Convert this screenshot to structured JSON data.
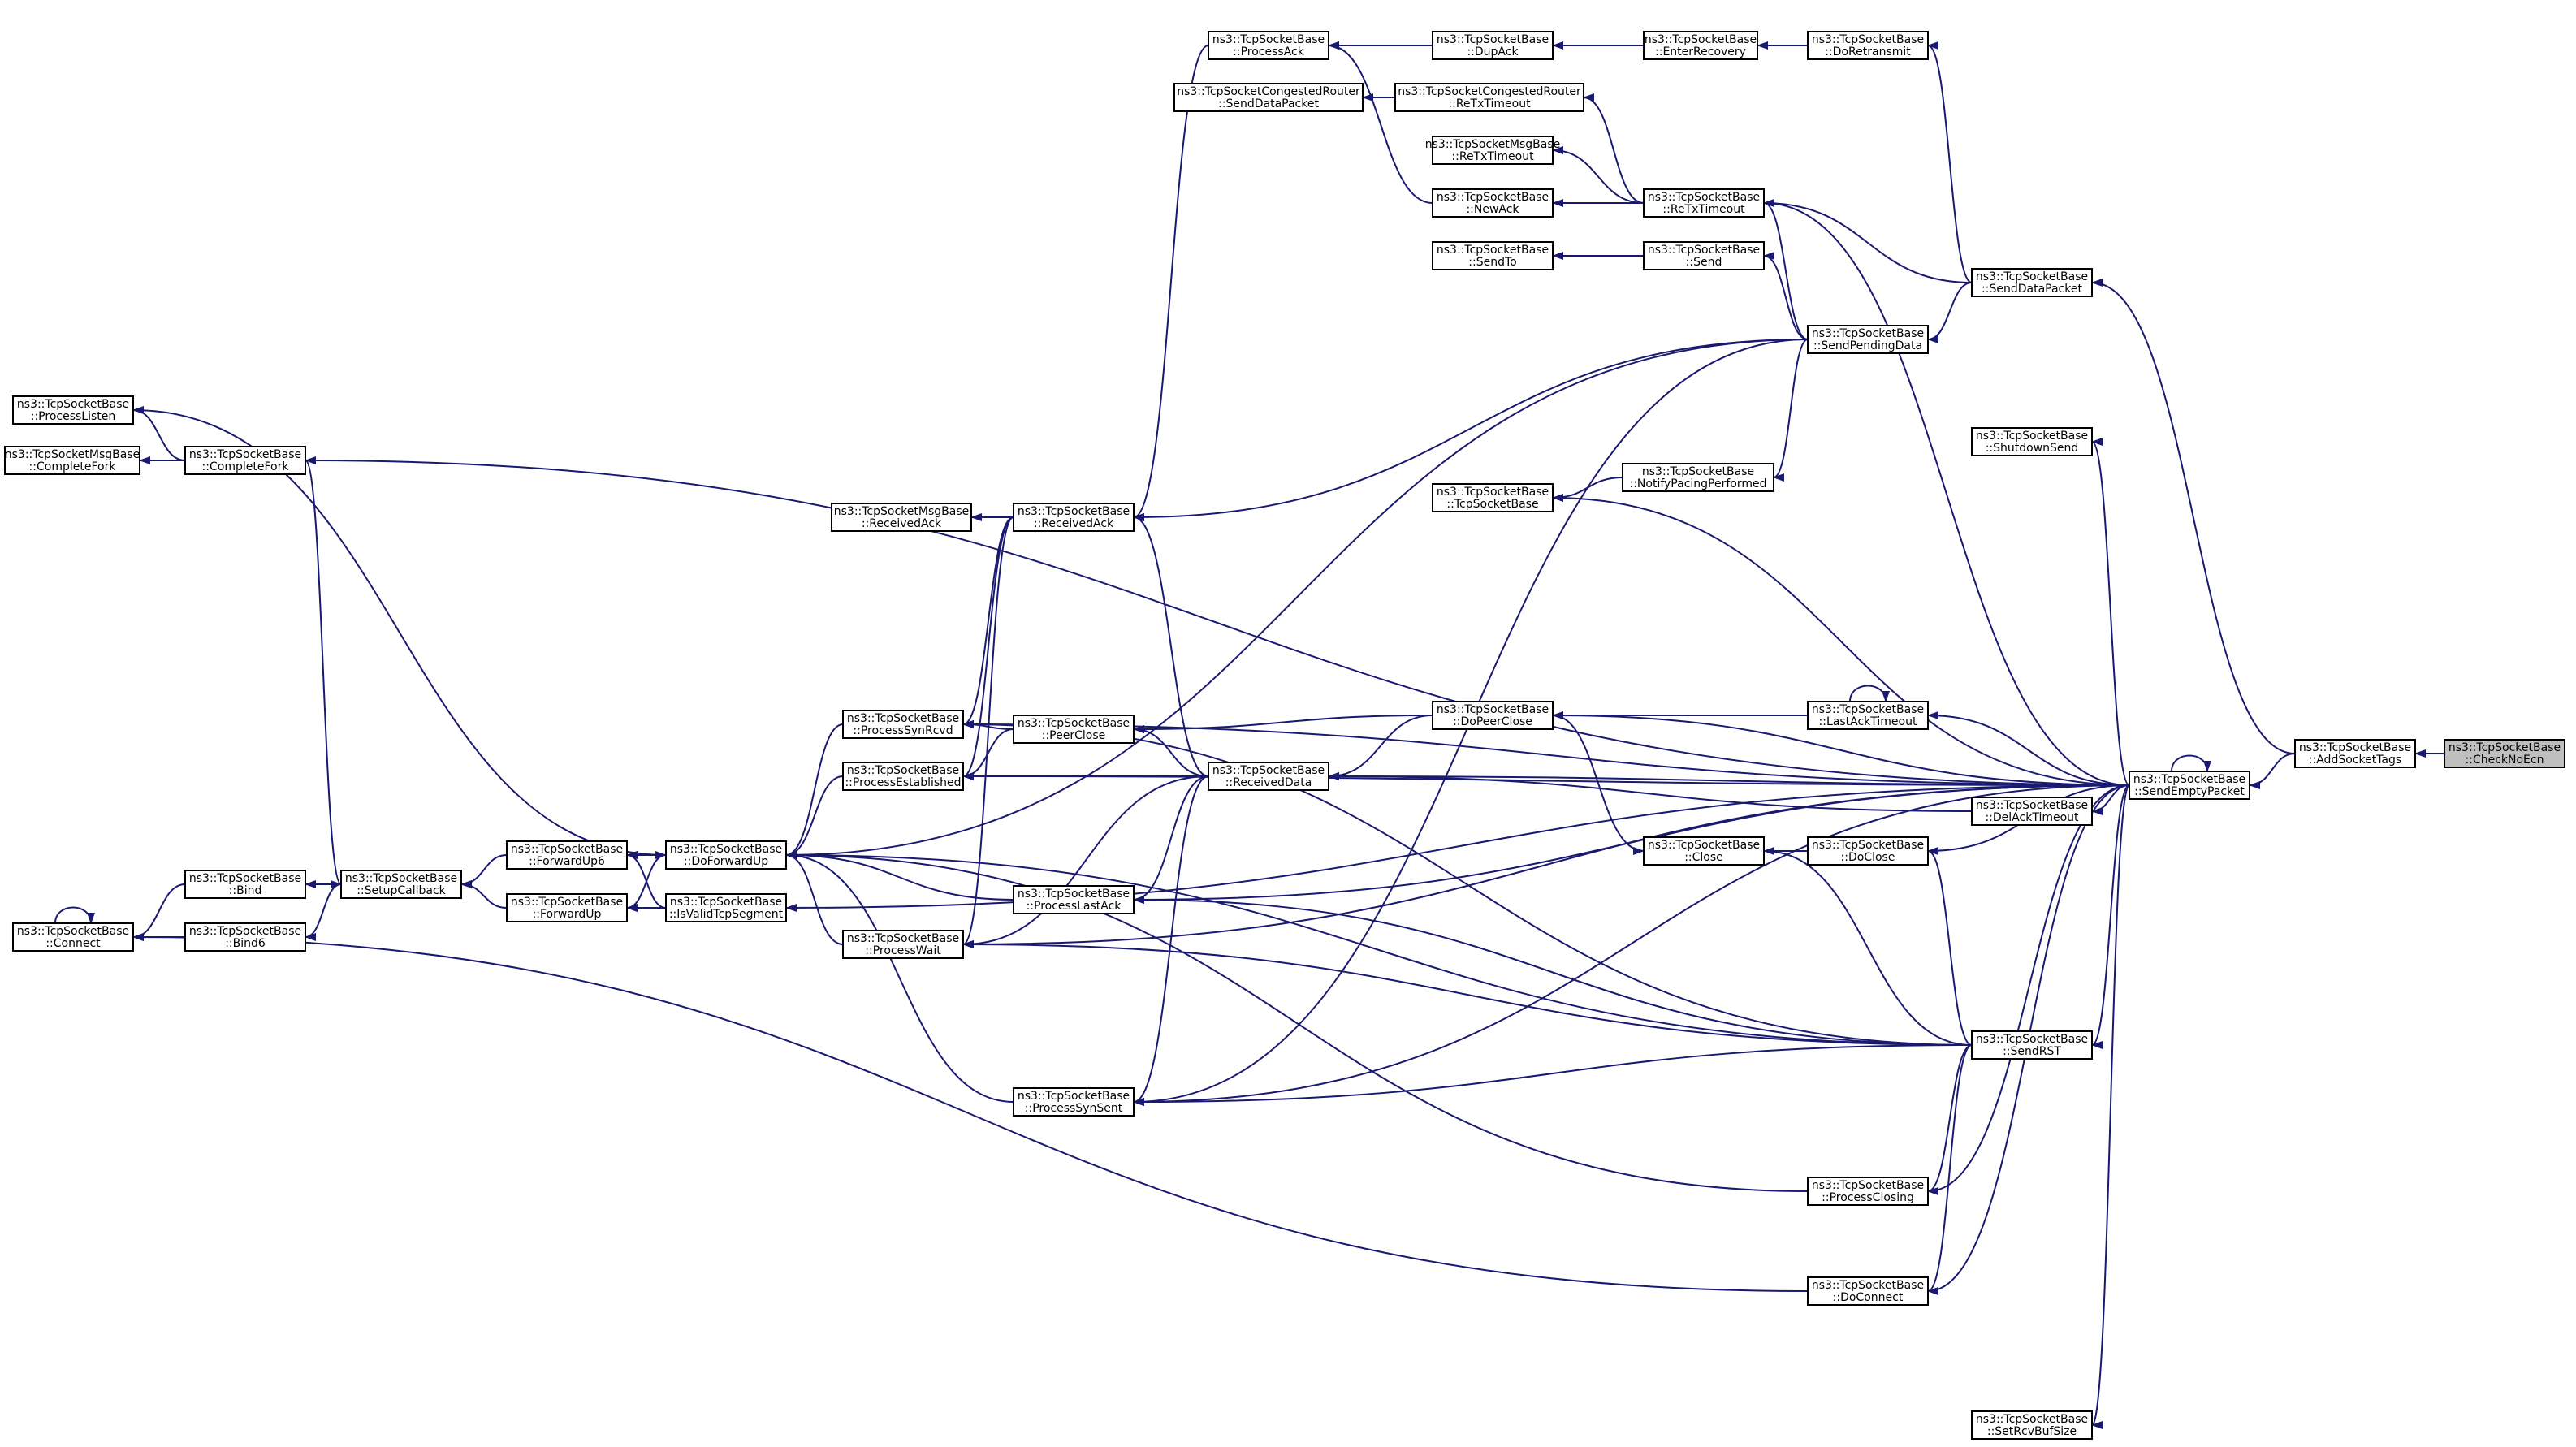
{
  "nodes": [
    {
      "id": "CheckNoEcn",
      "lines": [
        "ns3::TcpSocketBase",
        "::CheckNoEcn"
      ],
      "highlight": true
    },
    {
      "id": "AddSocketTags",
      "lines": [
        "ns3::TcpSocketBase",
        "::AddSocketTags"
      ]
    },
    {
      "id": "SendEmptyPacket",
      "lines": [
        "ns3::TcpSocketBase",
        "::SendEmptyPacket"
      ]
    },
    {
      "id": "SendDataPacket",
      "lines": [
        "ns3::TcpSocketBase",
        "::SendDataPacket"
      ]
    },
    {
      "id": "DoRetransmit",
      "lines": [
        "ns3::TcpSocketBase",
        "::DoRetransmit"
      ]
    },
    {
      "id": "EnterRecovery",
      "lines": [
        "ns3::TcpSocketBase",
        "::EnterRecovery"
      ]
    },
    {
      "id": "DupAck",
      "lines": [
        "ns3::TcpSocketBase",
        "::DupAck"
      ]
    },
    {
      "id": "ProcessAck",
      "lines": [
        "ns3::TcpSocketBase",
        "::ProcessAck"
      ]
    },
    {
      "id": "CRSendDataPacket",
      "lines": [
        "ns3::TcpSocketCongestedRouter",
        "::SendDataPacket"
      ]
    },
    {
      "id": "CRReTxTimeout",
      "lines": [
        "ns3::TcpSocketCongestedRouter",
        "::ReTxTimeout"
      ]
    },
    {
      "id": "MsgReTxTimeout",
      "lines": [
        "ns3::TcpSocketMsgBase",
        "::ReTxTimeout"
      ]
    },
    {
      "id": "NewAck",
      "lines": [
        "ns3::TcpSocketBase",
        "::NewAck"
      ]
    },
    {
      "id": "ReTxTimeout",
      "lines": [
        "ns3::TcpSocketBase",
        "::ReTxTimeout"
      ]
    },
    {
      "id": "SendTo",
      "lines": [
        "ns3::TcpSocketBase",
        "::SendTo"
      ]
    },
    {
      "id": "Send",
      "lines": [
        "ns3::TcpSocketBase",
        "::Send"
      ]
    },
    {
      "id": "SendPendingData",
      "lines": [
        "ns3::TcpSocketBase",
        "::SendPendingData"
      ]
    },
    {
      "id": "ProcessListen",
      "lines": [
        "ns3::TcpSocketBase",
        "::ProcessListen"
      ]
    },
    {
      "id": "MsgCompleteFork",
      "lines": [
        "ns3::TcpSocketMsgBase",
        "::CompleteFork"
      ]
    },
    {
      "id": "CompleteFork",
      "lines": [
        "ns3::TcpSocketBase",
        "::CompleteFork"
      ]
    },
    {
      "id": "ShutdownSend",
      "lines": [
        "ns3::TcpSocketBase",
        "::ShutdownSend"
      ]
    },
    {
      "id": "NotifyPacingPerformed",
      "lines": [
        "ns3::TcpSocketBase",
        "::NotifyPacingPerformed"
      ]
    },
    {
      "id": "TcpSocketBaseCtor",
      "lines": [
        "ns3::TcpSocketBase",
        "::TcpSocketBase"
      ]
    },
    {
      "id": "MsgReceivedAck",
      "lines": [
        "ns3::TcpSocketMsgBase",
        "::ReceivedAck"
      ]
    },
    {
      "id": "ReceivedAck",
      "lines": [
        "ns3::TcpSocketBase",
        "::ReceivedAck"
      ]
    },
    {
      "id": "ProcessSynRcvd",
      "lines": [
        "ns3::TcpSocketBase",
        "::ProcessSynRcvd"
      ]
    },
    {
      "id": "PeerClose",
      "lines": [
        "ns3::TcpSocketBase",
        "::PeerClose"
      ]
    },
    {
      "id": "DoPeerClose",
      "lines": [
        "ns3::TcpSocketBase",
        "::DoPeerClose"
      ]
    },
    {
      "id": "LastAckTimeout",
      "lines": [
        "ns3::TcpSocketBase",
        "::LastAckTimeout"
      ]
    },
    {
      "id": "ProcessEstablished",
      "lines": [
        "ns3::TcpSocketBase",
        "::ProcessEstablished"
      ]
    },
    {
      "id": "ReceivedData",
      "lines": [
        "ns3::TcpSocketBase",
        "::ReceivedData"
      ]
    },
    {
      "id": "DelAckTimeout",
      "lines": [
        "ns3::TcpSocketBase",
        "::DelAckTimeout"
      ]
    },
    {
      "id": "Bind",
      "lines": [
        "ns3::TcpSocketBase",
        "::Bind"
      ]
    },
    {
      "id": "SetupCallback",
      "lines": [
        "ns3::TcpSocketBase",
        "::SetupCallback"
      ]
    },
    {
      "id": "ForwardUp6",
      "lines": [
        "ns3::TcpSocketBase",
        "::ForwardUp6"
      ]
    },
    {
      "id": "DoForwardUp",
      "lines": [
        "ns3::TcpSocketBase",
        "::DoForwardUp"
      ]
    },
    {
      "id": "Close",
      "lines": [
        "ns3::TcpSocketBase",
        "::Close"
      ]
    },
    {
      "id": "DoClose",
      "lines": [
        "ns3::TcpSocketBase",
        "::DoClose"
      ]
    },
    {
      "id": "ProcessLastAck",
      "lines": [
        "ns3::TcpSocketBase",
        "::ProcessLastAck"
      ]
    },
    {
      "id": "Connect",
      "lines": [
        "ns3::TcpSocketBase",
        "::Connect"
      ]
    },
    {
      "id": "Bind6",
      "lines": [
        "ns3::TcpSocketBase",
        "::Bind6"
      ]
    },
    {
      "id": "ForwardUp",
      "lines": [
        "ns3::TcpSocketBase",
        "::ForwardUp"
      ]
    },
    {
      "id": "IsValidTcpSegment",
      "lines": [
        "ns3::TcpSocketBase",
        "::IsValidTcpSegment"
      ]
    },
    {
      "id": "ProcessWait",
      "lines": [
        "ns3::TcpSocketBase",
        "::ProcessWait"
      ]
    },
    {
      "id": "SendRST",
      "lines": [
        "ns3::TcpSocketBase",
        "::SendRST"
      ]
    },
    {
      "id": "ProcessSynSent",
      "lines": [
        "ns3::TcpSocketBase",
        "::ProcessSynSent"
      ]
    },
    {
      "id": "ProcessClosing",
      "lines": [
        "ns3::TcpSocketBase",
        "::ProcessClosing"
      ]
    },
    {
      "id": "DoConnect",
      "lines": [
        "ns3::TcpSocketBase",
        "::DoConnect"
      ]
    },
    {
      "id": "SetRcvBufSize",
      "lines": [
        "ns3::TcpSocketBase",
        "::SetRcvBufSize"
      ]
    }
  ],
  "edges": [
    {
      "from": "CheckNoEcn",
      "to": "AddSocketTags"
    },
    {
      "from": "AddSocketTags",
      "to": "SendEmptyPacket"
    },
    {
      "from": "AddSocketTags",
      "to": "SendDataPacket"
    },
    {
      "from": "SendEmptyPacket",
      "to": "SendEmptyPacket"
    },
    {
      "from": "SendDataPacket",
      "to": "DoRetransmit"
    },
    {
      "from": "SendDataPacket",
      "to": "SendPendingData"
    },
    {
      "from": "SendDataPacket",
      "to": "ReTxTimeout"
    },
    {
      "from": "DoRetransmit",
      "to": "EnterRecovery"
    },
    {
      "from": "DoRetransmit",
      "to": "ProcessAck"
    },
    {
      "from": "EnterRecovery",
      "to": "DupAck"
    },
    {
      "from": "DupAck",
      "to": "ProcessAck"
    },
    {
      "from": "ProcessAck",
      "to": "ReceivedAck"
    },
    {
      "from": "ReTxTimeout",
      "to": "CRReTxTimeout"
    },
    {
      "from": "ReTxTimeout",
      "to": "MsgReTxTimeout"
    },
    {
      "from": "ReTxTimeout",
      "to": "NewAck"
    },
    {
      "from": "CRReTxTimeout",
      "to": "CRSendDataPacket"
    },
    {
      "from": "NewAck",
      "to": "ProcessAck"
    },
    {
      "from": "SendPendingData",
      "to": "Send"
    },
    {
      "from": "SendPendingData",
      "to": "ReTxTimeout"
    },
    {
      "from": "SendPendingData",
      "to": "NotifyPacingPerformed"
    },
    {
      "from": "SendPendingData",
      "to": "ReceivedAck"
    },
    {
      "from": "SendPendingData",
      "to": "DoForwardUp"
    },
    {
      "from": "SendPendingData",
      "to": "ProcessSynSent"
    },
    {
      "from": "Send",
      "to": "SendTo"
    },
    {
      "from": "NotifyPacingPerformed",
      "to": "TcpSocketBaseCtor"
    },
    {
      "from": "SendEmptyPacket",
      "to": "ShutdownSend"
    },
    {
      "from": "SendEmptyPacket",
      "to": "TcpSocketBaseCtor"
    },
    {
      "from": "SendEmptyPacket",
      "to": "CompleteFork"
    },
    {
      "from": "SendEmptyPacket",
      "to": "ReTxTimeout"
    },
    {
      "from": "SendEmptyPacket",
      "to": "LastAckTimeout"
    },
    {
      "from": "SendEmptyPacket",
      "to": "DoPeerClose"
    },
    {
      "from": "SendEmptyPacket",
      "to": "DelAckTimeout"
    },
    {
      "from": "SendEmptyPacket",
      "to": "ReceivedData"
    },
    {
      "from": "SendEmptyPacket",
      "to": "DoClose"
    },
    {
      "from": "SendEmptyPacket",
      "to": "ProcessLastAck"
    },
    {
      "from": "SendEmptyPacket",
      "to": "SendRST"
    },
    {
      "from": "SendEmptyPacket",
      "to": "ProcessClosing"
    },
    {
      "from": "SendEmptyPacket",
      "to": "DoConnect"
    },
    {
      "from": "SendEmptyPacket",
      "to": "SetRcvBufSize"
    },
    {
      "from": "SendEmptyPacket",
      "to": "ProcessSynRcvd"
    },
    {
      "from": "SendEmptyPacket",
      "to": "ProcessEstablished"
    },
    {
      "from": "SendEmptyPacket",
      "to": "ProcessWait"
    },
    {
      "from": "SendEmptyPacket",
      "to": "ProcessSynSent"
    },
    {
      "from": "SendEmptyPacket",
      "to": "IsValidTcpSegment"
    },
    {
      "from": "CompleteFork",
      "to": "ProcessListen"
    },
    {
      "from": "CompleteFork",
      "to": "MsgCompleteFork"
    },
    {
      "from": "CompleteFork",
      "to": "SetupCallback"
    },
    {
      "from": "ProcessListen",
      "to": "DoForwardUp"
    },
    {
      "from": "ReceivedAck",
      "to": "MsgReceivedAck"
    },
    {
      "from": "ReceivedAck",
      "to": "ProcessSynRcvd"
    },
    {
      "from": "ReceivedAck",
      "to": "ProcessEstablished"
    },
    {
      "from": "ReceivedAck",
      "to": "ProcessWait"
    },
    {
      "from": "LastAckTimeout",
      "to": "LastAckTimeout"
    },
    {
      "from": "LastAckTimeout",
      "to": "DoPeerClose"
    },
    {
      "from": "DoPeerClose",
      "to": "PeerClose"
    },
    {
      "from": "DoPeerClose",
      "to": "ReceivedData"
    },
    {
      "from": "DoPeerClose",
      "to": "Close"
    },
    {
      "from": "PeerClose",
      "to": "ProcessSynRcvd"
    },
    {
      "from": "PeerClose",
      "to": "ProcessEstablished"
    },
    {
      "from": "ReceivedData",
      "to": "PeerClose"
    },
    {
      "from": "ReceivedData",
      "to": "ProcessEstablished"
    },
    {
      "from": "ReceivedData",
      "to": "ReceivedAck"
    },
    {
      "from": "ReceivedData",
      "to": "ProcessLastAck"
    },
    {
      "from": "ReceivedData",
      "to": "ProcessWait"
    },
    {
      "from": "ReceivedData",
      "to": "ProcessSynSent"
    },
    {
      "from": "DelAckTimeout",
      "to": "ReceivedData"
    },
    {
      "from": "DoClose",
      "to": "Close"
    },
    {
      "from": "SendRST",
      "to": "Close"
    },
    {
      "from": "SendRST",
      "to": "DoClose"
    },
    {
      "from": "SendRST",
      "to": "ProcessLastAck"
    },
    {
      "from": "SendRST",
      "to": "ProcessSynSent"
    },
    {
      "from": "SendRST",
      "to": "ProcessSynRcvd"
    },
    {
      "from": "SendRST",
      "to": "ProcessWait"
    },
    {
      "from": "SendRST",
      "to": "ProcessClosing"
    },
    {
      "from": "SendRST",
      "to": "DoConnect"
    },
    {
      "from": "SendRST",
      "to": "DoForwardUp"
    },
    {
      "from": "ProcessSynRcvd",
      "to": "DoForwardUp"
    },
    {
      "from": "ProcessEstablished",
      "to": "DoForwardUp"
    },
    {
      "from": "ProcessLastAck",
      "to": "DoForwardUp"
    },
    {
      "from": "ProcessWait",
      "to": "DoForwardUp"
    },
    {
      "from": "ProcessSynSent",
      "to": "DoForwardUp"
    },
    {
      "from": "ProcessClosing",
      "to": "DoForwardUp"
    },
    {
      "from": "DoConnect",
      "to": "Connect"
    },
    {
      "from": "DoForwardUp",
      "to": "ForwardUp6"
    },
    {
      "from": "DoForwardUp",
      "to": "ForwardUp"
    },
    {
      "from": "IsValidTcpSegment",
      "to": "ForwardUp6"
    },
    {
      "from": "IsValidTcpSegment",
      "to": "ForwardUp"
    },
    {
      "from": "ForwardUp6",
      "to": "SetupCallback"
    },
    {
      "from": "ForwardUp",
      "to": "SetupCallback"
    },
    {
      "from": "SetupCallback",
      "to": "Bind"
    },
    {
      "from": "SetupCallback",
      "to": "Bind6"
    },
    {
      "from": "Bind",
      "to": "Connect"
    },
    {
      "from": "Bind6",
      "to": "Connect"
    },
    {
      "from": "Connect",
      "to": "Connect"
    }
  ]
}
